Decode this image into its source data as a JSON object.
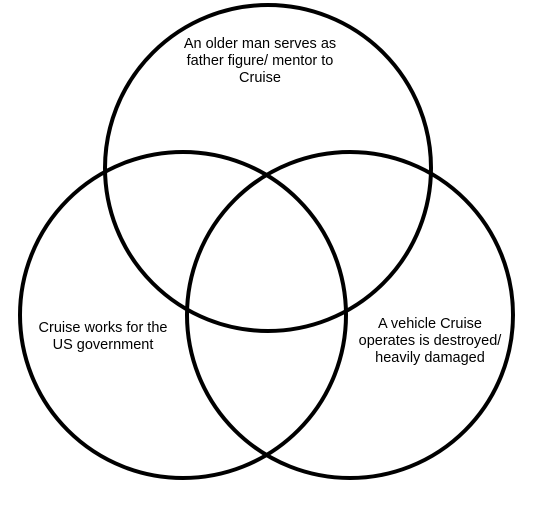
{
  "diagram": {
    "type": "venn",
    "stroke_color": "#000000",
    "background": "#ffffff",
    "sets": [
      {
        "id": "top",
        "lines": [
          "An older man serves as",
          "father figure/ mentor to",
          "Cruise"
        ]
      },
      {
        "id": "left",
        "lines": [
          "Cruise works for the",
          "US government"
        ]
      },
      {
        "id": "right",
        "lines": [
          "A vehicle Cruise",
          "operates is destroyed/",
          "heavily damaged"
        ]
      }
    ]
  }
}
